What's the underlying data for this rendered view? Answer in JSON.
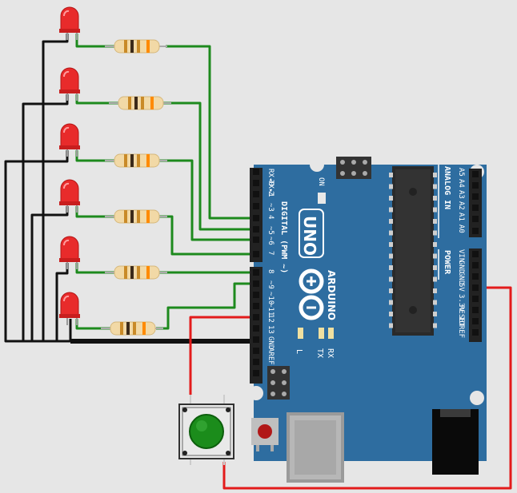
{
  "board": {
    "model": "UNO",
    "brand": "ARDUINO",
    "digital_header": "DIGITAL (PWM ~)",
    "analog_header": "ANALOG IN",
    "power_header": "POWER",
    "on_label": "ON",
    "l_label": "L",
    "tx_label": "TX",
    "rx_label": "RX",
    "digital_pins": [
      "RX◂0",
      "TX▸1",
      "2",
      "~3",
      "4",
      "~5",
      "~6",
      "7",
      "8",
      "~9",
      "~10",
      "~11",
      "12",
      "13",
      "GND",
      "AREF"
    ],
    "analog_pins": [
      "A5",
      "A4",
      "A3",
      "A2",
      "A1",
      "A0"
    ],
    "power_pins": [
      "VIN",
      "GND",
      "GND",
      "5V",
      "3.3V",
      "RESET",
      "IOREF"
    ]
  },
  "colors": {
    "board": "#2e6da0",
    "signal_wire": "#1d8a1d",
    "ground_wire": "#111111",
    "power_wire": "#e31b1b",
    "led": "#e82b2b",
    "button_cap": "#1b8c1b"
  },
  "components": {
    "leds": 6,
    "resistors": 6,
    "button": "push-button"
  }
}
